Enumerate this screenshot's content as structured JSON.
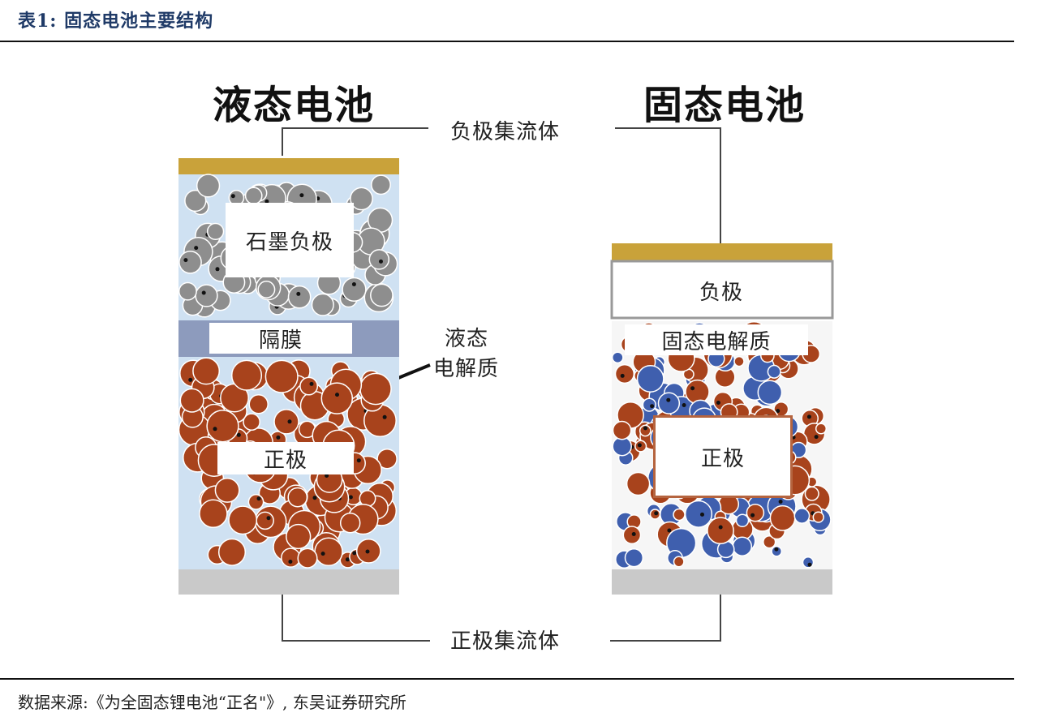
{
  "caption": "表1:  固态电池主要结构",
  "left_cell": {
    "title": "液态电池",
    "anode_label": "石墨负极",
    "separator_label": "隔膜",
    "cathode_label": "正极"
  },
  "right_cell": {
    "title": "固态电池",
    "anode_label": "负极",
    "electrolyte_label": "固态电解质",
    "cathode_label": "正极"
  },
  "callouts": {
    "negative_collector": "负极集流体",
    "positive_collector": "正极集流体",
    "liquid_electrolyte_line1": "液态",
    "liquid_electrolyte_line2": "电解质"
  },
  "source": "数据来源:《为全固态锂电池“正名\"》, 东吴证券研究所",
  "colors": {
    "collector_gold": "#c9a23a",
    "graphite_gray": "#8e8e8e",
    "cathode_brown": "#a8431c",
    "electrolyte_blue": "#3f5fae",
    "liquid_bg": "#cfe1f2",
    "separator": "#8d9bbd"
  }
}
